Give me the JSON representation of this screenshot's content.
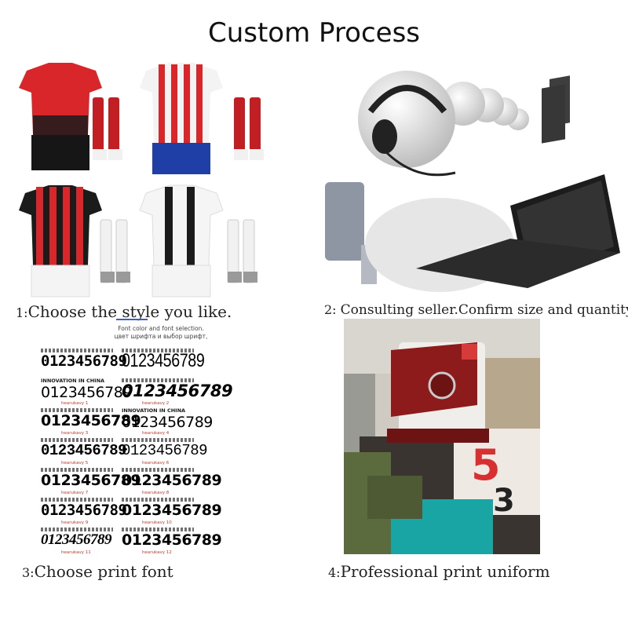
{
  "title": "Custom Process",
  "steps": [
    {
      "number": "1:",
      "text": "Choose the style you like."
    },
    {
      "number": "2:",
      "text": "Consulting seller.Confirm size and quantity."
    },
    {
      "number": "3:",
      "text": "Choose print font"
    },
    {
      "number": "4:",
      "text": "Professional print uniform"
    }
  ],
  "font_sheet": {
    "heading": "Font color and font selection.",
    "heading_ru": "цвет шрифта и выбор шрифт,",
    "samples": [
      {
        "text": "0123456789",
        "tag": ""
      },
      {
        "text": "0123456789",
        "tag": ""
      },
      {
        "text": "0123456789",
        "tag": "hearukavy 1",
        "label": "INNOVATION IN CHINA"
      },
      {
        "text": "0123456789",
        "tag": "hearukavy 2"
      },
      {
        "text": "0123456789",
        "tag": "hearukavy 3"
      },
      {
        "text": "0123456789",
        "tag": "hearukavy 4",
        "label": "INNOVATION IN CHINA"
      },
      {
        "text": "0123456789",
        "tag": "hearukavy 5"
      },
      {
        "text": "0123456789",
        "tag": "hearukavy 6"
      },
      {
        "text": "0123456789",
        "tag": "hearukavy 7"
      },
      {
        "text": "0123456789",
        "tag": "hearukavy 8"
      },
      {
        "text": "0123456789",
        "tag": "hearukavy 9"
      },
      {
        "text": "0123456789",
        "tag": "hearukavy 10"
      },
      {
        "text": "0123456789",
        "tag": "hearukavy 11"
      },
      {
        "text": "0123456789",
        "tag": "hearukavy 12"
      }
    ]
  },
  "colors": {
    "jersey_red": "#d8262b",
    "jersey_black": "#1b1b1b",
    "jersey_blue": "#1f3ea6",
    "press_red": "#8e1b1b",
    "shirt_teal": "#1aa5a5"
  }
}
